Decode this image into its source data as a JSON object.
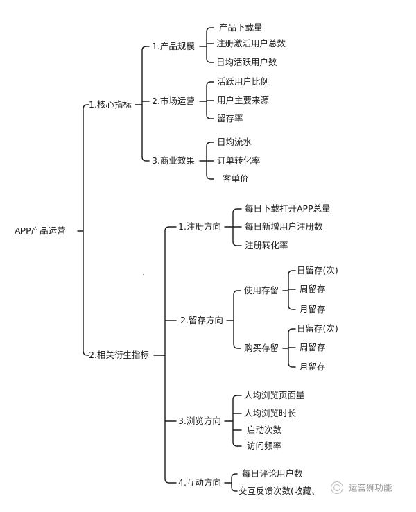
{
  "mindmap": {
    "root": "APP产品运营",
    "branches": [
      {
        "label": "1.核心指标",
        "children": [
          {
            "label": "1.产品规模",
            "children": [
              {
                "label": "产品下载量"
              },
              {
                "label": "注册激活用户总数"
              },
              {
                "label": "日均活跃用户数"
              }
            ]
          },
          {
            "label": "2.市场运营",
            "children": [
              {
                "label": "活跃用户比例"
              },
              {
                "label": "用户主要来源"
              },
              {
                "label": "留存率"
              }
            ]
          },
          {
            "label": "3.商业效果",
            "children": [
              {
                "label": "日均流水"
              },
              {
                "label": "订单转化率"
              },
              {
                "label": "客单价"
              }
            ]
          }
        ]
      },
      {
        "label": "2.相关衍生指标",
        "children": [
          {
            "label": "1.注册方向",
            "children": [
              {
                "label": "每日下载打开APP总量"
              },
              {
                "label": "每日新增用户注册数"
              },
              {
                "label": "注册转化率"
              }
            ]
          },
          {
            "label": "2.留存方向",
            "children": [
              {
                "label": "使用存留",
                "children": [
                  {
                    "label": "日留存(次)"
                  },
                  {
                    "label": "周留存"
                  },
                  {
                    "label": "月留存"
                  }
                ]
              },
              {
                "label": "购买存留",
                "children": [
                  {
                    "label": "日留存(次)"
                  },
                  {
                    "label": "周留存"
                  },
                  {
                    "label": "月留存"
                  }
                ]
              }
            ]
          },
          {
            "label": "3.浏览方向",
            "children": [
              {
                "label": "人均浏览页面量"
              },
              {
                "label": "人均浏览时长"
              },
              {
                "label": "启动次数"
              },
              {
                "label": "访问频率"
              }
            ]
          },
          {
            "label": "4.互动方向",
            "children": [
              {
                "label": "每日评论用户数"
              },
              {
                "label": "交互反馈次数(收藏、"
              }
            ]
          }
        ]
      }
    ]
  },
  "watermark": {
    "text": "运营狮功能",
    "icon": "chat-icon"
  },
  "colors": {
    "line": "#1a1a1a",
    "text": "#1a1a1a",
    "watermark": "#9a9a9a"
  }
}
